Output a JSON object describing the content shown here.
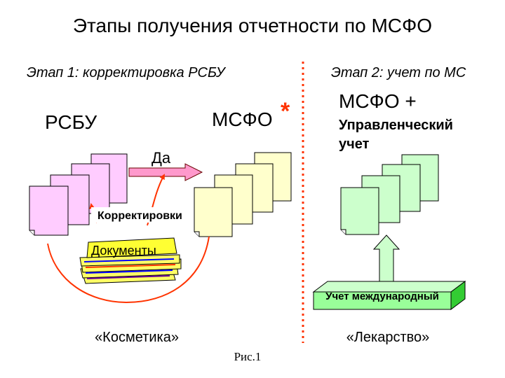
{
  "title": "Этапы получения отчетности по МСФО",
  "stage1": {
    "label": "Этап 1: корректировка РСБУ",
    "source_label": "РСБУ",
    "target_label": "МСФО",
    "asterisk": "*",
    "arrow_label": "Да",
    "corrections_label": "Корректировки",
    "documents_label": "Документы",
    "caption": "«Косметика»"
  },
  "stage2": {
    "label": "Этап 2: учет по МС",
    "result_line1": "МСФО +",
    "result_line2": "Управленческий",
    "result_line3": "учет",
    "platform_label": "Учет международный",
    "caption": "«Лекарство»"
  },
  "figure_caption": "Рис.1",
  "colors": {
    "rsbu_pages": "#ffccff",
    "msfo_pages": "#ffffcc",
    "mgmt_pages": "#ccffcc",
    "arrow_fill": "#ff99cc",
    "curve": "#ff3300",
    "divider": "#ff3300",
    "asterisk": "#ff3300",
    "documents_fill": "#ffff66",
    "platform_fill": "#99ff99",
    "platform_side": "#33cc33"
  }
}
